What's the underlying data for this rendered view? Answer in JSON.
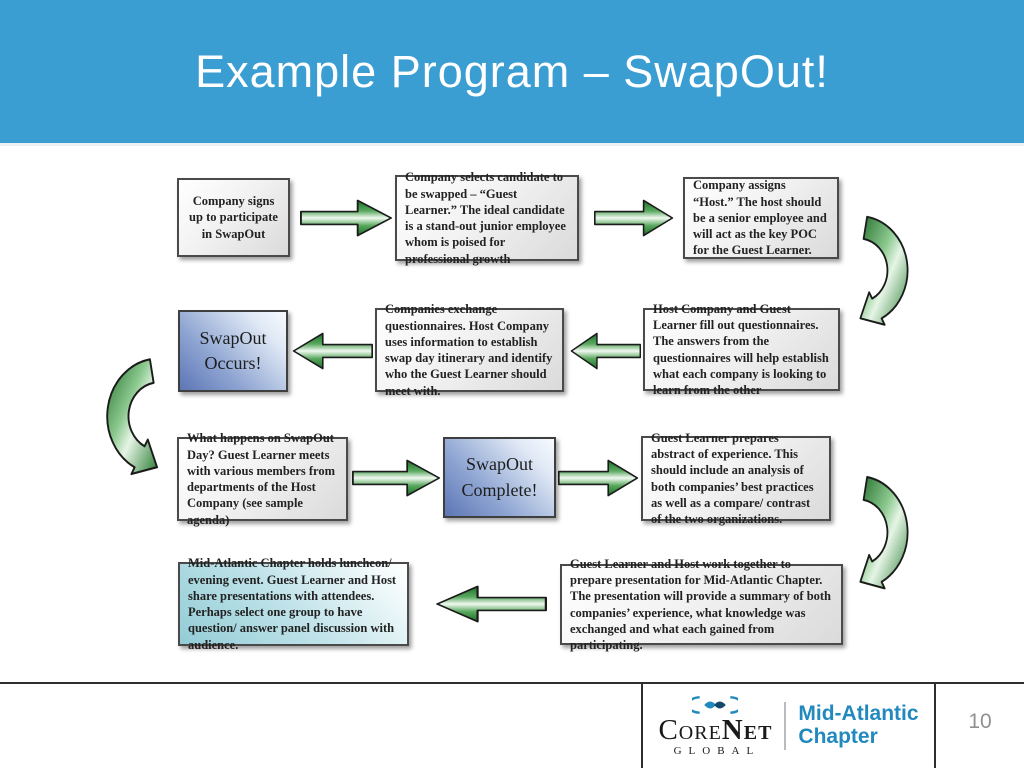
{
  "header": {
    "title": "Example Program – SwapOut!"
  },
  "flowchart": {
    "boxes": [
      {
        "id": "company-signup",
        "text": "Company signs up to participate in SwapOut"
      },
      {
        "id": "select-candidate",
        "text": "Company selects candidate to be swapped – “Guest Learner.” The ideal candidate is a stand-out junior employee whom is poised for professional growth"
      },
      {
        "id": "assign-host",
        "text": "Company assigns “Host.” The host should be a senior employee and will act as the key POC for the Guest Learner."
      },
      {
        "id": "fill-questionnaires",
        "text": "Host Company and Guest Learner fill out questionnaires.  The answers from the questionnaires will help establish what each company is looking to learn from the other"
      },
      {
        "id": "exchange-questionnaires",
        "text": "Companies exchange questionnaires.  Host Company uses information to establish swap day itinerary and identify who the Guest Learner should meet with."
      },
      {
        "id": "swapout-occurs",
        "text": "SwapOut Occurs!"
      },
      {
        "id": "swapout-day",
        "text": "What happens on SwapOut Day?  Guest Learner meets with various members from departments of the Host Company (see sample agenda)"
      },
      {
        "id": "swapout-complete",
        "text": "SwapOut Complete!"
      },
      {
        "id": "prepare-abstract",
        "text": "Guest Learner prepares abstract of experience. This should include an analysis of both companies’ best practices as well as a compare/ contrast of the two organizations."
      },
      {
        "id": "chapter-event",
        "text": "Mid-Atlantic Chapter holds luncheon/ evening event. Guest Learner and Host share presentations with attendees. Perhaps select one group to have question/ answer panel discussion with audience."
      },
      {
        "id": "prepare-presentation",
        "text": "Guest Learner and Host work together to prepare presentation for Mid-Atlantic Chapter. The presentation will provide a summary of both companies’ experience, what knowledge was exchanged and what each gained from participating."
      }
    ]
  },
  "footer": {
    "page_number": "10",
    "logo": {
      "brand_part1": "Core",
      "brand_part2": "Net",
      "subtext": "GLOBAL",
      "chapter_line1": "Mid-Atlantic",
      "chapter_line2": "Chapter"
    }
  },
  "colors": {
    "header_bg": "#3B9ED3",
    "arrow_green_dark": "#1D6E28",
    "arrow_green_light": "#F0F9F0",
    "box_blue": "#5D76B5",
    "box_cyan": "#93CCD6",
    "chapter_blue": "#2189BE"
  }
}
